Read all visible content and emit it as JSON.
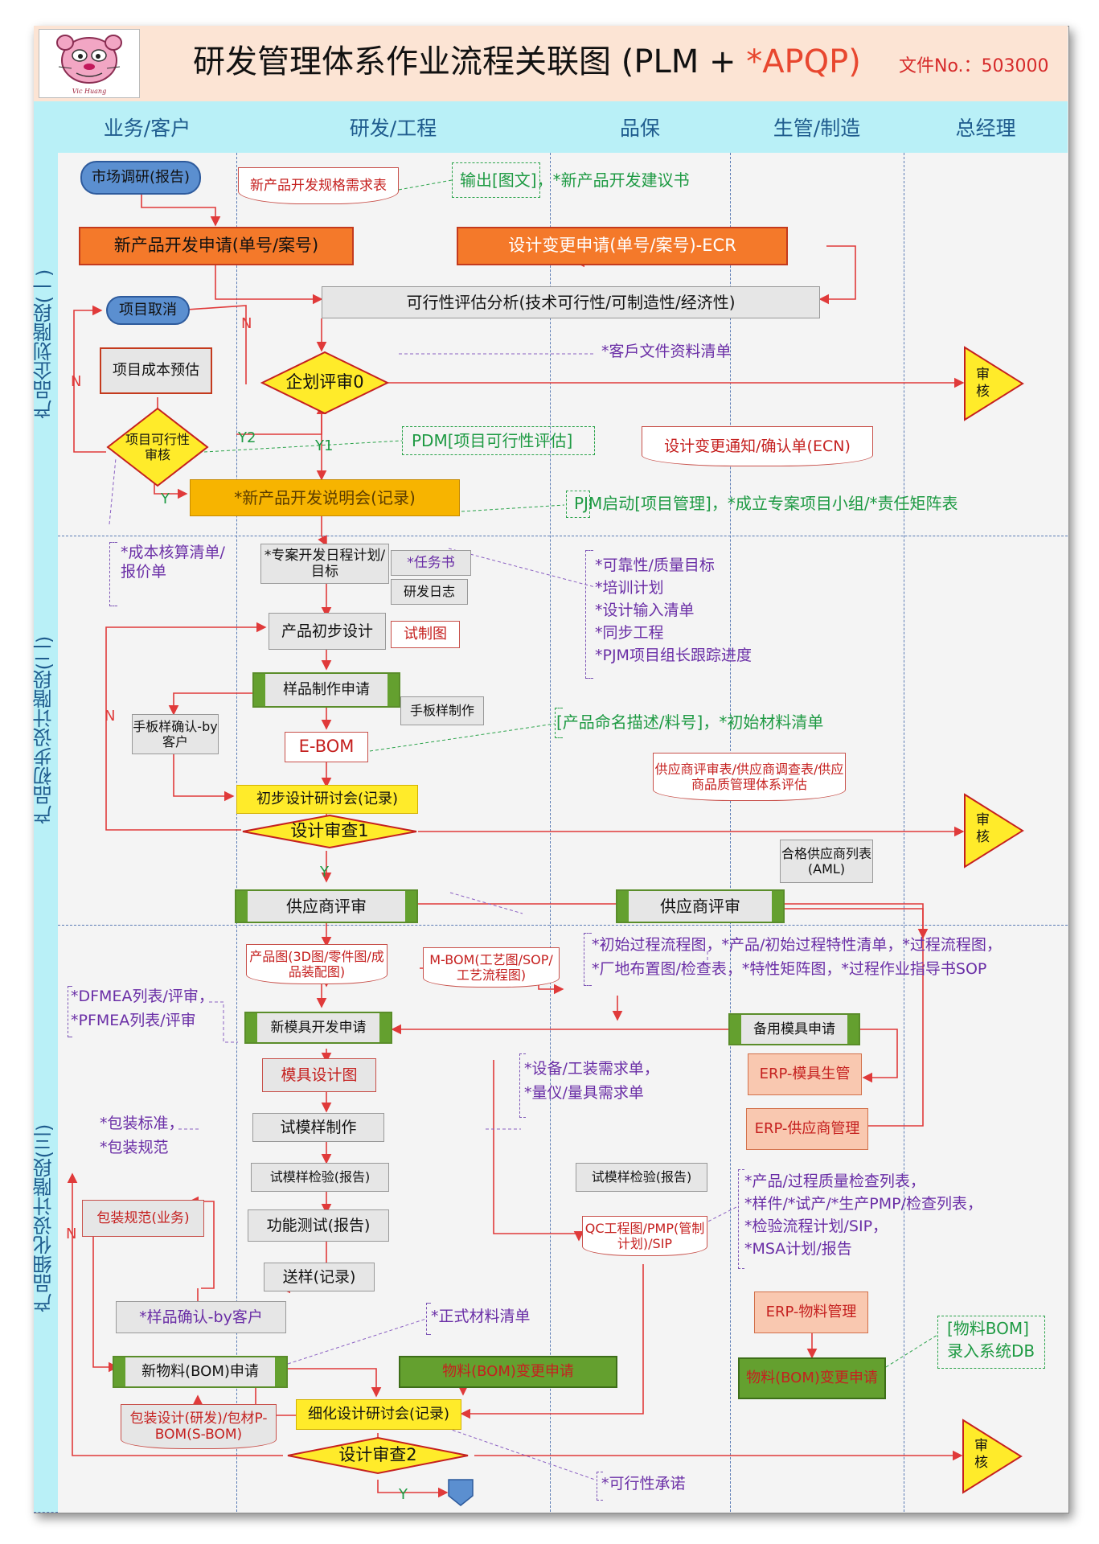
{
  "header": {
    "title_main": "研发管理体系作业流程关联图 (PLM + ",
    "title_accent": "*APQP)",
    "doc_no": "文件No.：503000",
    "logo_caption": "Vic Huang"
  },
  "columns": [
    "业务/客户",
    "研发/工程",
    "品保",
    "生管/制造",
    "总经理"
  ],
  "lanes": [
    "产品企划階段(一)",
    "产品初步设计階段(二)",
    "产品细化设计階段(三)"
  ],
  "phase1": {
    "market_research": "市场调研(报告)",
    "spec_request": "新产品开发规格需求表",
    "output_note": "输出[图文]，*新产品开发建议书",
    "new_dev_request": "新产品开发申请(单号/案号)",
    "ecr": "设计变更申请(单号/案号)-ECR",
    "feasibility": "可行性评估分析(技术可行性/可制造性/经济性)",
    "cancel": "项目取消",
    "cost_estimate": "项目成本预估",
    "planning_review": "企划评审0",
    "customer_docs": "*客戶文件资料清单",
    "audit": "审核",
    "feasibility_review": "项目可行性审核",
    "pdm_note": "PDM[项目可行性评估]",
    "ecn": "设计变更通知/确认单(ECN)",
    "briefing": "*新产品开发说明会(记录)",
    "pjm_note": "PJM启动[项目管理]，*成立专案项目小组/*责任矩阵表",
    "cost_list": "*成本核算清单/报价单",
    "label_n": "N",
    "label_y": "Y",
    "label_y1": "Y1",
    "label_y2": "Y2"
  },
  "phase2": {
    "schedule": "*专案开发日程计划/目标",
    "task_book": "*任务书",
    "dev_log": "研发日志",
    "targets": [
      "*可靠性/质量目标",
      "*培训计划",
      "*设计输入清单",
      "*同步工程",
      "*PJM项目组长跟踪进度"
    ],
    "prelim_design": "产品初步设计",
    "trial_drawing": "试制图",
    "sample_request": "样品制作申请",
    "hand_sample": "手板样制作",
    "hand_confirm": "手板样确认-by客户",
    "ebom": "E-BOM",
    "naming_note": "[产品命名描述/料号]，*初始材料清单",
    "supplier_eval": "供应商评审表/供应商调查表/供应商品质管理体系评估",
    "prelim_meeting": "初步设计研讨会(记录)",
    "design_review1": "设计审查1",
    "aml": "合格供应商列表(AML)",
    "supplier_review": "供应商评审"
  },
  "phase3": {
    "product_drawing": "产品图(3D图/零件图/成品装配图)",
    "mbom": "M-BOM(工艺图/SOP/工艺流程图)",
    "process_note": [
      "*初始过程流程图，*产品/初始过程特性清单，*过程流程图，",
      "*厂地布置图/检查表，*特性矩阵图，*过程作业指导书SOP"
    ],
    "fmea": [
      "*DFMEA列表/评审，",
      "*PFMEA列表/评审"
    ],
    "new_mold": "新模具开发申请",
    "spare_mold": "备用模具申请",
    "erp_mold": "ERP-模具生管",
    "erp_supplier": "ERP-供应商管理",
    "mold_drawing": "模具设计图",
    "equip_note": [
      "*设备/工装需求单，",
      "*量仪/量具需求单"
    ],
    "trial_mold": "试模样制作",
    "pack_std": [
      "*包装标准，",
      "*包装规范"
    ],
    "trial_inspect": "试模样检验(报告)",
    "pack_spec": "包装规范(业务)",
    "func_test": "功能测试(报告)",
    "qc_chart": "QC工程图/PMP(管制计划)/SIP",
    "quality_note": [
      "*产品/过程质量检查列表，",
      "*样件/*试产/*生产PMP/检查列表，",
      "*检验流程计划/SIP，",
      "*MSA计划/报告"
    ],
    "send_sample": "送样(记录)",
    "sample_confirm": "*样品确认-by客户",
    "formal_material": "*正式材料清单",
    "erp_material": "ERP-物料管理",
    "material_bom_db": [
      "[物料BOM]",
      "录入系统DB"
    ],
    "new_material": "新物料(BOM)申请",
    "material_change": "物料(BOM)变更申请",
    "material_change2": "物料(BOM)变更申请",
    "pack_design": "包装设计(研发)/包材P-BOM(S-BOM)",
    "detail_meeting": "细化设计研讨会(记录)",
    "design_review2": "设计审查2",
    "feasibility_commit": "*可行性承诺",
    "label_n": "N",
    "label_y": "Y"
  }
}
